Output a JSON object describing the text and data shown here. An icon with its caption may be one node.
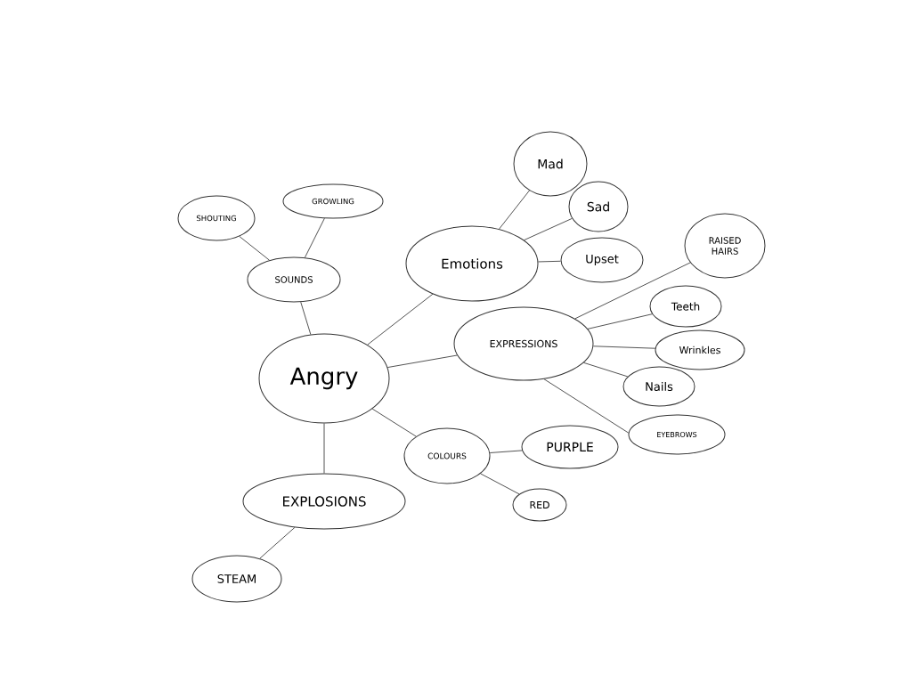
{
  "diagram": {
    "nodes": [
      {
        "text": [
          "Angry"
        ]
      },
      {
        "text": [
          "SOUNDS"
        ]
      },
      {
        "text": [
          "SHOUTING"
        ]
      },
      {
        "text": [
          "GROWLING"
        ]
      },
      {
        "text": [
          "Emotions"
        ]
      },
      {
        "text": [
          "Mad"
        ]
      },
      {
        "text": [
          "Sad"
        ]
      },
      {
        "text": [
          "Upset"
        ]
      },
      {
        "text": [
          "EXPRESSIONS"
        ]
      },
      {
        "text": [
          "RAISED HAIRS"
        ]
      },
      {
        "text": [
          "Teeth"
        ]
      },
      {
        "text": [
          "Wrinkles"
        ]
      },
      {
        "text": [
          "Nails"
        ]
      },
      {
        "text": [
          "EYEBROWS"
        ]
      },
      {
        "text": [
          "COLOURS"
        ]
      },
      {
        "text": [
          "PURPLE"
        ]
      },
      {
        "text": [
          "RED"
        ]
      },
      {
        "text": [
          "EXPLOSIONS"
        ]
      },
      {
        "text": [
          "STEAM"
        ]
      }
    ],
    "edges": [
      {
        "from": 0,
        "to": 1,
        "arrow": "none"
      },
      {
        "from": 1,
        "to": 2,
        "arrow": "none"
      },
      {
        "from": 1,
        "to": 3,
        "arrow": "none"
      },
      {
        "from": 0,
        "to": 4,
        "arrow": "none"
      },
      {
        "from": 4,
        "to": 5,
        "arrow": "none"
      },
      {
        "from": 4,
        "to": 6,
        "arrow": "none"
      },
      {
        "from": 4,
        "to": 7,
        "arrow": "none"
      },
      {
        "from": 0,
        "to": 8,
        "arrow": "none"
      },
      {
        "from": 8,
        "to": 9,
        "arrow": "none"
      },
      {
        "from": 8,
        "to": 10,
        "arrow": "none"
      },
      {
        "from": 8,
        "to": 11,
        "arrow": "none"
      },
      {
        "from": 8,
        "to": 12,
        "arrow": "none"
      },
      {
        "from": 8,
        "to": 13,
        "arrow": "none"
      },
      {
        "from": 0,
        "to": 14,
        "arrow": "none"
      },
      {
        "from": 14,
        "to": 15,
        "arrow": "none"
      },
      {
        "from": 14,
        "to": 16,
        "arrow": "none"
      },
      {
        "from": 0,
        "to": 17,
        "arrow": "none"
      },
      {
        "from": 17,
        "to": 18,
        "arrow": "none"
      }
    ]
  }
}
